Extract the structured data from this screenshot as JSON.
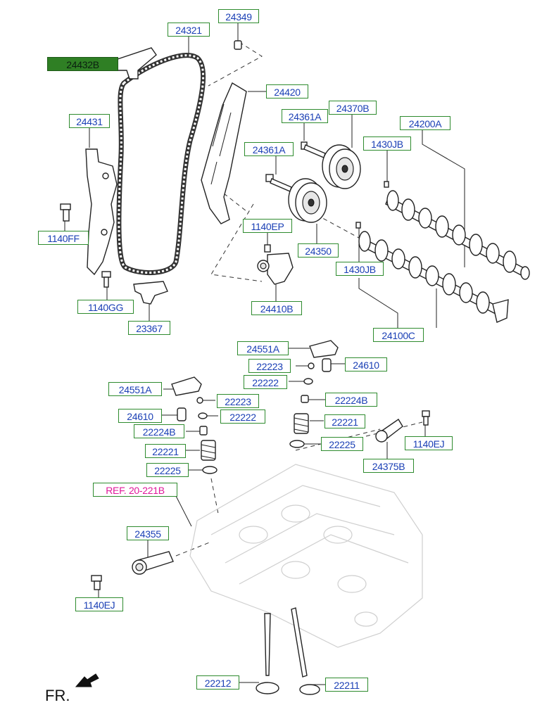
{
  "labels": {
    "l_24321": "24321",
    "l_24349": "24349",
    "l_24432B": "24432B",
    "l_24420": "24420",
    "l_24361A_1": "24361A",
    "l_24370B": "24370B",
    "l_24200A": "24200A",
    "l_24431": "24431",
    "l_24361A_2": "24361A",
    "l_1430JB_1": "1430JB",
    "l_1140FF": "1140FF",
    "l_1140EP": "1140EP",
    "l_24350": "24350",
    "l_1430JB_2": "1430JB",
    "l_1140GG": "1140GG",
    "l_24410B": "24410B",
    "l_23367": "23367",
    "l_24100C": "24100C",
    "l_24551A_1": "24551A",
    "l_22223_1": "22223",
    "l_24610_1": "24610",
    "l_22222_1": "22222",
    "l_24551A_2": "24551A",
    "l_22224B_1": "22224B",
    "l_22223_2": "22223",
    "l_24610_2": "24610",
    "l_22222_2": "22222",
    "l_22221_1": "22221",
    "l_22224B_2": "22224B",
    "l_22225_1": "22225",
    "l_1140EJ_1": "1140EJ",
    "l_22221_2": "22221",
    "l_24375B": "24375B",
    "l_22225_2": "22225",
    "l_ref": "REF. 20-221B",
    "l_24355": "24355",
    "l_1140EJ_2": "1140EJ",
    "l_22212": "22212",
    "l_22211": "22211"
  },
  "front_marker": "FR.",
  "colors": {
    "label_border": "#2e8b2e",
    "label_text": "#1a3fb5",
    "highlight_fill": "#2f7f24",
    "ref_text": "#e0189a"
  }
}
